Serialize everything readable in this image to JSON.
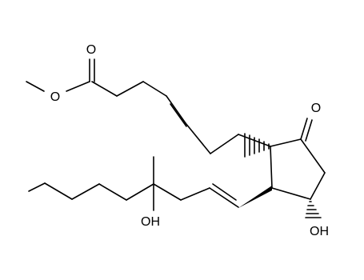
{
  "labels": {
    "carbonyl_oxygen": "O",
    "ester_oxygen": "O",
    "ketone_oxygen": "O",
    "ring_hydroxyl": "OH",
    "chain_hydroxyl": "OH"
  },
  "colors": {
    "bond": "#000000",
    "label": "#000000",
    "background": "#ffffff"
  }
}
